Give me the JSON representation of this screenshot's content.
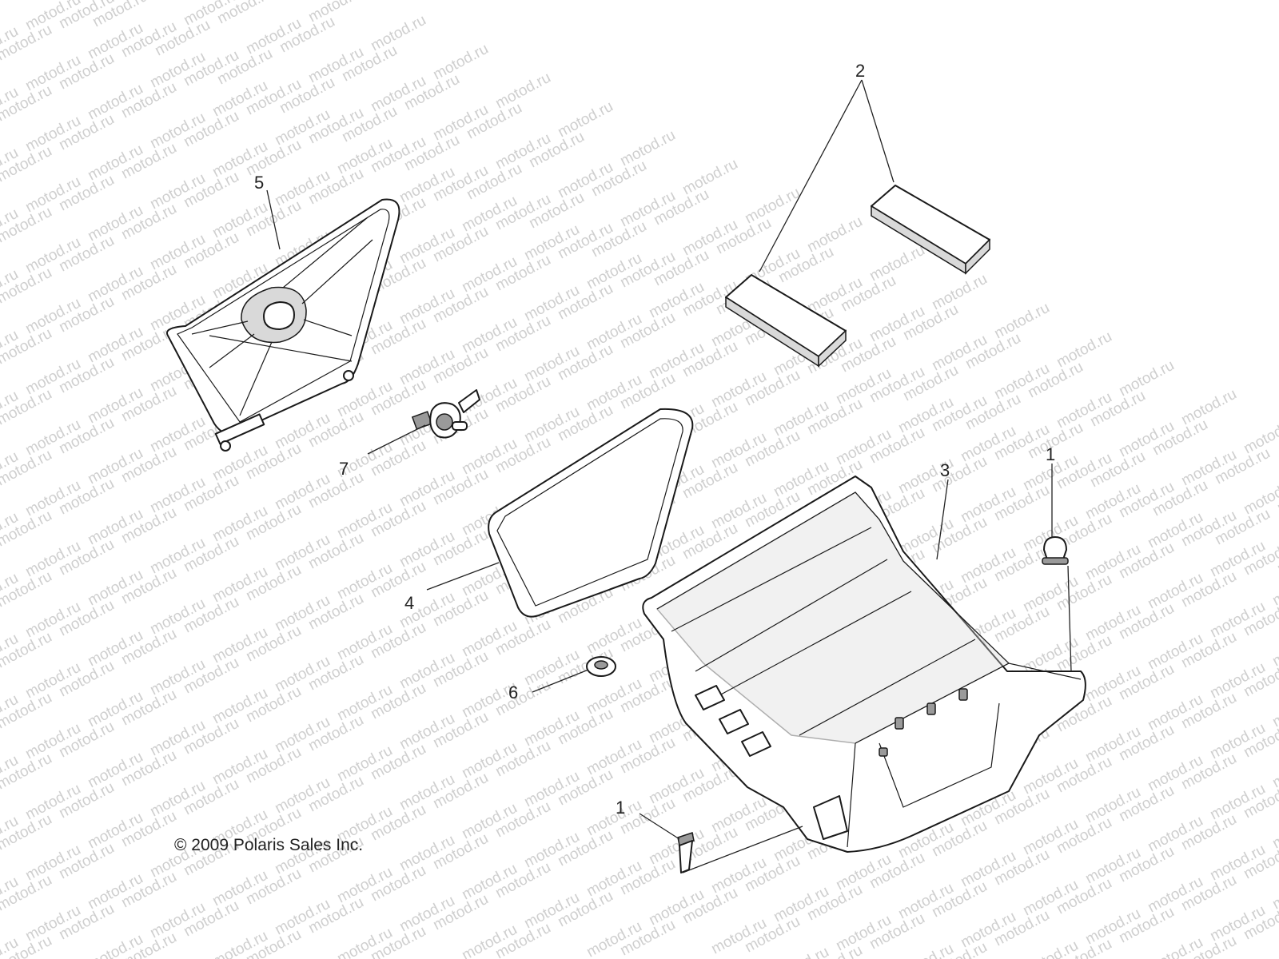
{
  "watermark": "motod.ru",
  "copyright": "© 2009 Polaris Sales Inc.",
  "callouts": {
    "c1a": "1",
    "c1b": "1",
    "c2": "2",
    "c3": "3",
    "c4": "4",
    "c5": "5",
    "c6": "6",
    "c7": "7"
  },
  "colors": {
    "line": "#1a1a1a",
    "watermark": "#cfcfcf",
    "shade": "#d9d9d9"
  }
}
